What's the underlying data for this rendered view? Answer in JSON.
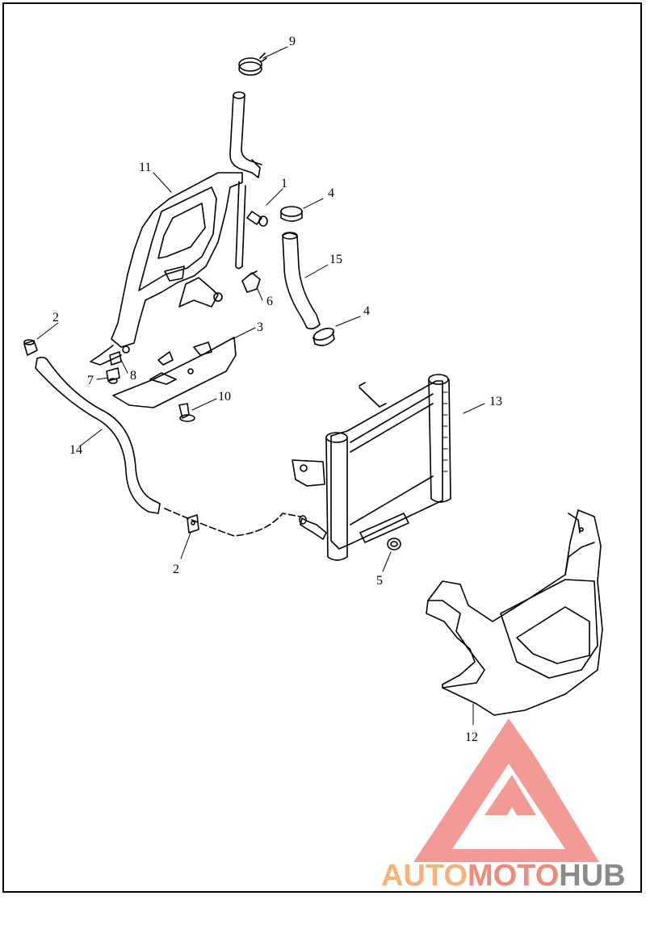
{
  "diagram": {
    "callouts": [
      "1",
      "2",
      "2",
      "3",
      "4",
      "4",
      "5",
      "6",
      "7",
      "8",
      "9",
      "10",
      "11",
      "12",
      "13",
      "14",
      "15"
    ]
  },
  "watermark": {
    "part1": "AUTO",
    "part2": "MOTO",
    "part3": "HUB",
    "colors": {
      "auto": "#f5b27a",
      "moto": "#f08a7a",
      "hub": "#8a8a8a",
      "logo": "#f08a84"
    }
  }
}
